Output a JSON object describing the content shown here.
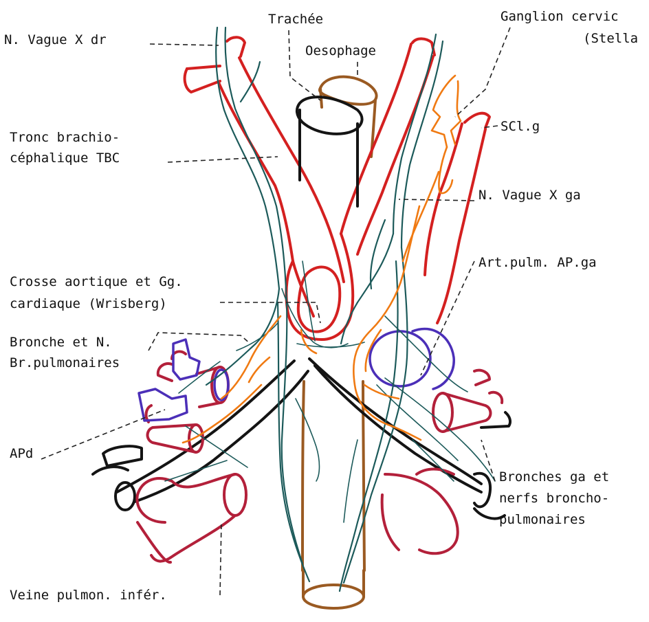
{
  "labels": {
    "vague_dr": "N. Vague X dr",
    "trachee": "Trachée",
    "oesophage": "Oesophage",
    "ganglion_1": "Ganglion cervic",
    "ganglion_2": "(Stella",
    "tbc_1": "Tronc brachio-",
    "tbc_2": "céphalique TBC",
    "scl": "SCl.g",
    "vague_ga": "N. Vague X ga",
    "art_pulm": "Art.pulm. AP.ga",
    "crosse_1": "Crosse aortique et Gg.",
    "crosse_2": "cardiaque (Wrisberg)",
    "bronche_1": "Bronche et N.",
    "bronche_2": "Br.pulmonaires",
    "apd": "APd",
    "bronches_ga_1": "Bronches ga et",
    "bronches_ga_2": "nerfs broncho-",
    "bronches_ga_3": "pulmonaires",
    "veine": "Veine pulmon. infér."
  },
  "colors": {
    "artery": "#d42020",
    "pulmonary_vessel": "#b3203a",
    "oesophagus": "#9a5a22",
    "bronchus": "#141414",
    "nerve": "#1c5a5a",
    "sympathetic": "#f07a12",
    "pulmonary_artery": "#4b2fb8"
  }
}
